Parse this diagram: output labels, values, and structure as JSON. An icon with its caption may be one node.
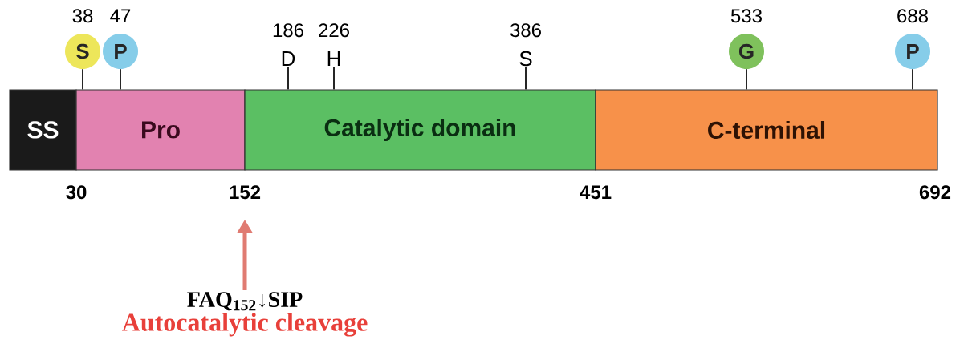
{
  "diagram": {
    "nodes": [
      {
        "text": [
          "SS"
        ]
      },
      {
        "text": [
          "Pro"
        ]
      },
      {
        "text": [
          "Catalytic domain"
        ]
      },
      {
        "text": [
          "C-terminal"
        ]
      },
      {
        "text": [
          "S"
        ],
        "beside": [
          "38"
        ]
      },
      {
        "text": [
          "P"
        ],
        "beside": [
          "47"
        ]
      },
      {
        "text": [
          "D"
        ],
        "beside": [
          "186"
        ]
      },
      {
        "text": [
          "H"
        ],
        "beside": [
          "226"
        ]
      },
      {
        "text": [
          "S"
        ],
        "beside": [
          "386"
        ]
      },
      {
        "text": [
          "G"
        ],
        "beside": [
          "533"
        ]
      },
      {
        "text": [
          "P"
        ],
        "beside": [
          "688"
        ]
      },
      {
        "text": [
          "FAQ$_{152}$↓SIP",
          "Autocatalytic cleavage"
        ]
      }
    ],
    "edges": [
      {
        "from": 4,
        "to": 1,
        "arrow": "none"
      },
      {
        "from": 5,
        "to": 1,
        "arrow": "none"
      },
      {
        "from": 6,
        "to": 2,
        "arrow": "none"
      },
      {
        "from": 7,
        "to": 2,
        "arrow": "none"
      },
      {
        "from": 8,
        "to": 2,
        "arrow": "none"
      },
      {
        "from": 9,
        "to": 3,
        "arrow": "none"
      },
      {
        "from": 10,
        "to": 3,
        "arrow": "none"
      },
      {
        "from": 11,
        "to": null,
        "arrow": "to",
        "style": "thick",
        "color": "#e07b72"
      }
    ],
    "labels": [
      "30",
      "152",
      "451",
      "692"
    ]
  }
}
